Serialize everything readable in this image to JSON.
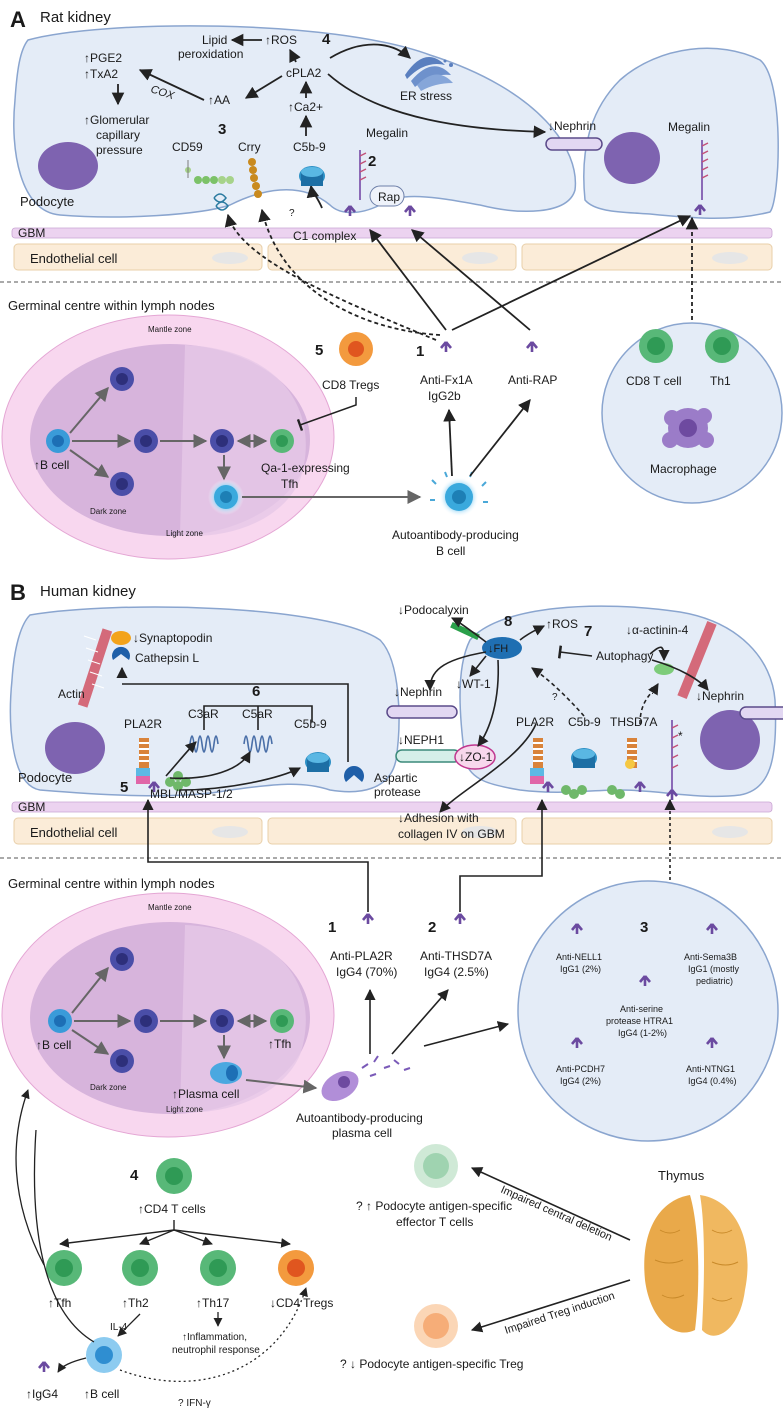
{
  "panel_a": {
    "letter": "A",
    "title": "Rat kidney",
    "labels": {
      "ros": "↑ROS",
      "lipid1": "Lipid",
      "lipid2": "peroxidation",
      "pge2": "↑PGE2",
      "txa2": "↑TxA2",
      "glom1": "↑Glomerular",
      "glom2": "capillary",
      "glom3": "pressure",
      "cox": "COX",
      "aa": "↑AA",
      "cpla2": "cPLA2",
      "ca2": "↑Ca2+",
      "c5b9": "C5b-9",
      "er": "ER stress",
      "nephrin": "↓Nephrin",
      "megalin_left": "Megalin",
      "megalin_right": "Megalin",
      "cd59": "CD59",
      "crry": "Crry",
      "rap": "Rap",
      "podocyte": "Podocyte",
      "qmark": "?",
      "c1": "C1 complex",
      "gbm": "GBM",
      "endo": "Endothelial cell",
      "gc": "Germinal centre within lymph nodes",
      "mantle": "Mantle zone",
      "dark": "Dark zone",
      "light": "Light zone",
      "bcell": "↑B cell",
      "cd8treg": "CD8 Tregs",
      "qa1_1": "Qa-1-expressing",
      "qa1_2": "Tfh",
      "antifx1a_1": "Anti-Fx1A",
      "antifx1a_2": "IgG2b",
      "antirap": "Anti-RAP",
      "autob1": "Autoantibody-producing",
      "autob2": "B cell",
      "cd8t": "CD8 T cell",
      "th1": "Th1",
      "macro": "Macrophage"
    },
    "numbers": [
      "1",
      "2",
      "3",
      "4",
      "5"
    ]
  },
  "panel_b": {
    "letter": "B",
    "title": "Human kidney",
    "labels": {
      "synapto": "↓Synaptopodin",
      "cathepsin": "Cathepsin L",
      "actin": "Actin",
      "podocalyxin": "↓Podocalyxin",
      "ros": "↑ROS",
      "fh": "↓FH",
      "actinin": "↓α-actinin-4",
      "autophagy": "Autophagy",
      "nephrin_mid": "↓Nephrin",
      "wt1": "↓WT-1",
      "nephrin_right": "↓Nephrin",
      "neph1": "↓NEPH1",
      "zo1": "↓ZO-1",
      "pla2r_left": "PLA2R",
      "c3ar": "C3aR",
      "c5ar": "C5aR",
      "c5b9_left": "C5b-9",
      "pla2r_right": "PLA2R",
      "c5b9_right": "C5b-9",
      "thsd7a": "THSD7A",
      "aspartic1": "Aspartic",
      "aspartic2": "protease",
      "podocyte": "Podocyte",
      "mbl": "MBL/MASP-1/2",
      "adhesion1": "↓Adhesion with",
      "adhesion2": "collagen IV on GBM",
      "gbm": "GBM",
      "endo": "Endothelial cell",
      "q1": "?",
      "q2": "?",
      "star": "*",
      "gc": "Germinal centre within lymph nodes",
      "mantle": "Mantle zone",
      "dark": "Dark zone",
      "light": "Light zone",
      "bcell": "↑B cell",
      "tfh": "↑Tfh",
      "plasma": "↑Plasma cell",
      "antipla2r1": "Anti-PLA2R",
      "antipla2r2": "IgG4 (70%)",
      "antithsd1": "Anti-THSD7A",
      "antithsd2": "IgG4 (2.5%)",
      "autop1": "Autoantibody-producing",
      "autop2": "plasma cell",
      "nell1a": "Anti-NELL1",
      "nell1b": "IgG1 (2%)",
      "sema1": "Anti-Sema3B",
      "sema2": "IgG1 (mostly",
      "sema3": "pediatric)",
      "htra1": "Anti-serine",
      "htra2": "protease HTRA1",
      "htra3": "IgG4 (1-2%)",
      "pcdh1": "Anti-PCDH7",
      "pcdh2": "IgG4 (2%)",
      "ntng1": "Anti-NTNG1",
      "ntng2": "IgG4 (0.4%)",
      "cd4": "↑CD4 T cells",
      "tfh2": "↑Tfh",
      "th2": "↑Th2",
      "th17": "↑Th17",
      "cd4treg": "↓CD4 Tregs",
      "il4": "IL-4",
      "infl1": "↑Inflammation,",
      "infl2": "neutrophil response",
      "igg4": "↑IgG4",
      "bcell2": "↑B cell",
      "ifn": "? IFN-γ",
      "effector1": "? ↑ Podocyte antigen-specific",
      "effector2": "effector T cells",
      "thymus": "Thymus",
      "central": "Impaired central deletion",
      "treginduction": "Impaired Treg induction",
      "tregspec": "? ↓ Podocyte antigen-specific Treg"
    },
    "numbers": [
      "1",
      "2",
      "3",
      "4",
      "5",
      "6",
      "7",
      "8"
    ]
  },
  "colors": {
    "cell_fill": "#e4ecf7",
    "cell_stroke": "#8aa5cf",
    "gbm": "#ecd3f0",
    "endo": "#fbecd8",
    "mantle": "#f8d7ef",
    "antibody": "#6b4aa0",
    "green_cell": "#58b878",
    "orange_cell": "#f39a3e",
    "bcell_blue": "#3a9bd9",
    "thymus": "#e9a94a"
  }
}
